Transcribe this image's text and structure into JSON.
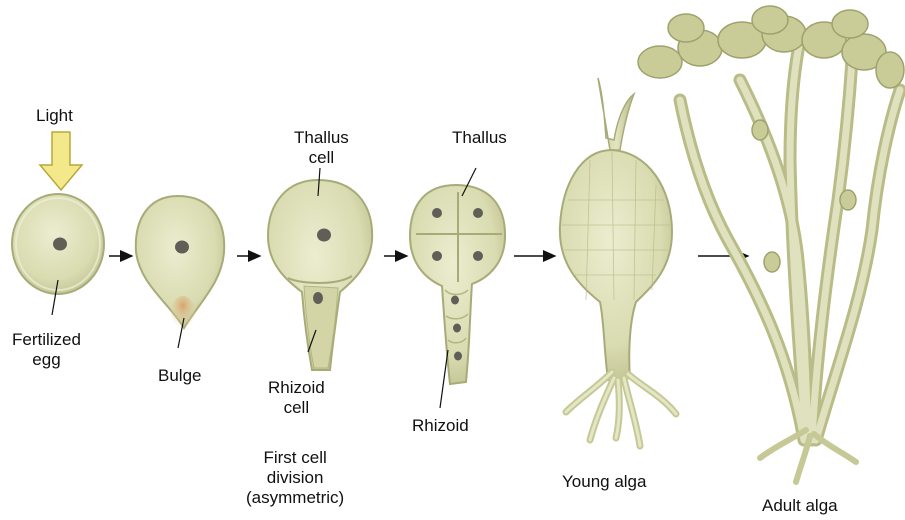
{
  "labels": {
    "light": "Light",
    "fertilized_egg": [
      "Fertilized",
      "egg"
    ],
    "bulge": "Bulge",
    "thallus_cell": [
      "Thallus",
      "cell"
    ],
    "rhizoid_cell": [
      "Rhizoid",
      "cell"
    ],
    "first_division": [
      "First cell",
      "division",
      "(asymmetric)"
    ],
    "thallus": "Thallus",
    "rhizoid": "Rhizoid",
    "young_alga": "Young alga",
    "adult_alga": "Adult alga"
  },
  "colors": {
    "cell_fill": "#d9dbb0",
    "cell_edge": "#a8ab78",
    "nucleus": "#5f5f58",
    "light_arrow": "#f4e98a",
    "light_arrow_edge": "#b8a83a",
    "bulge_tint": "#c9955a",
    "alga_fill": "#d6d8a8",
    "alga_dark": "#b9bc86"
  }
}
